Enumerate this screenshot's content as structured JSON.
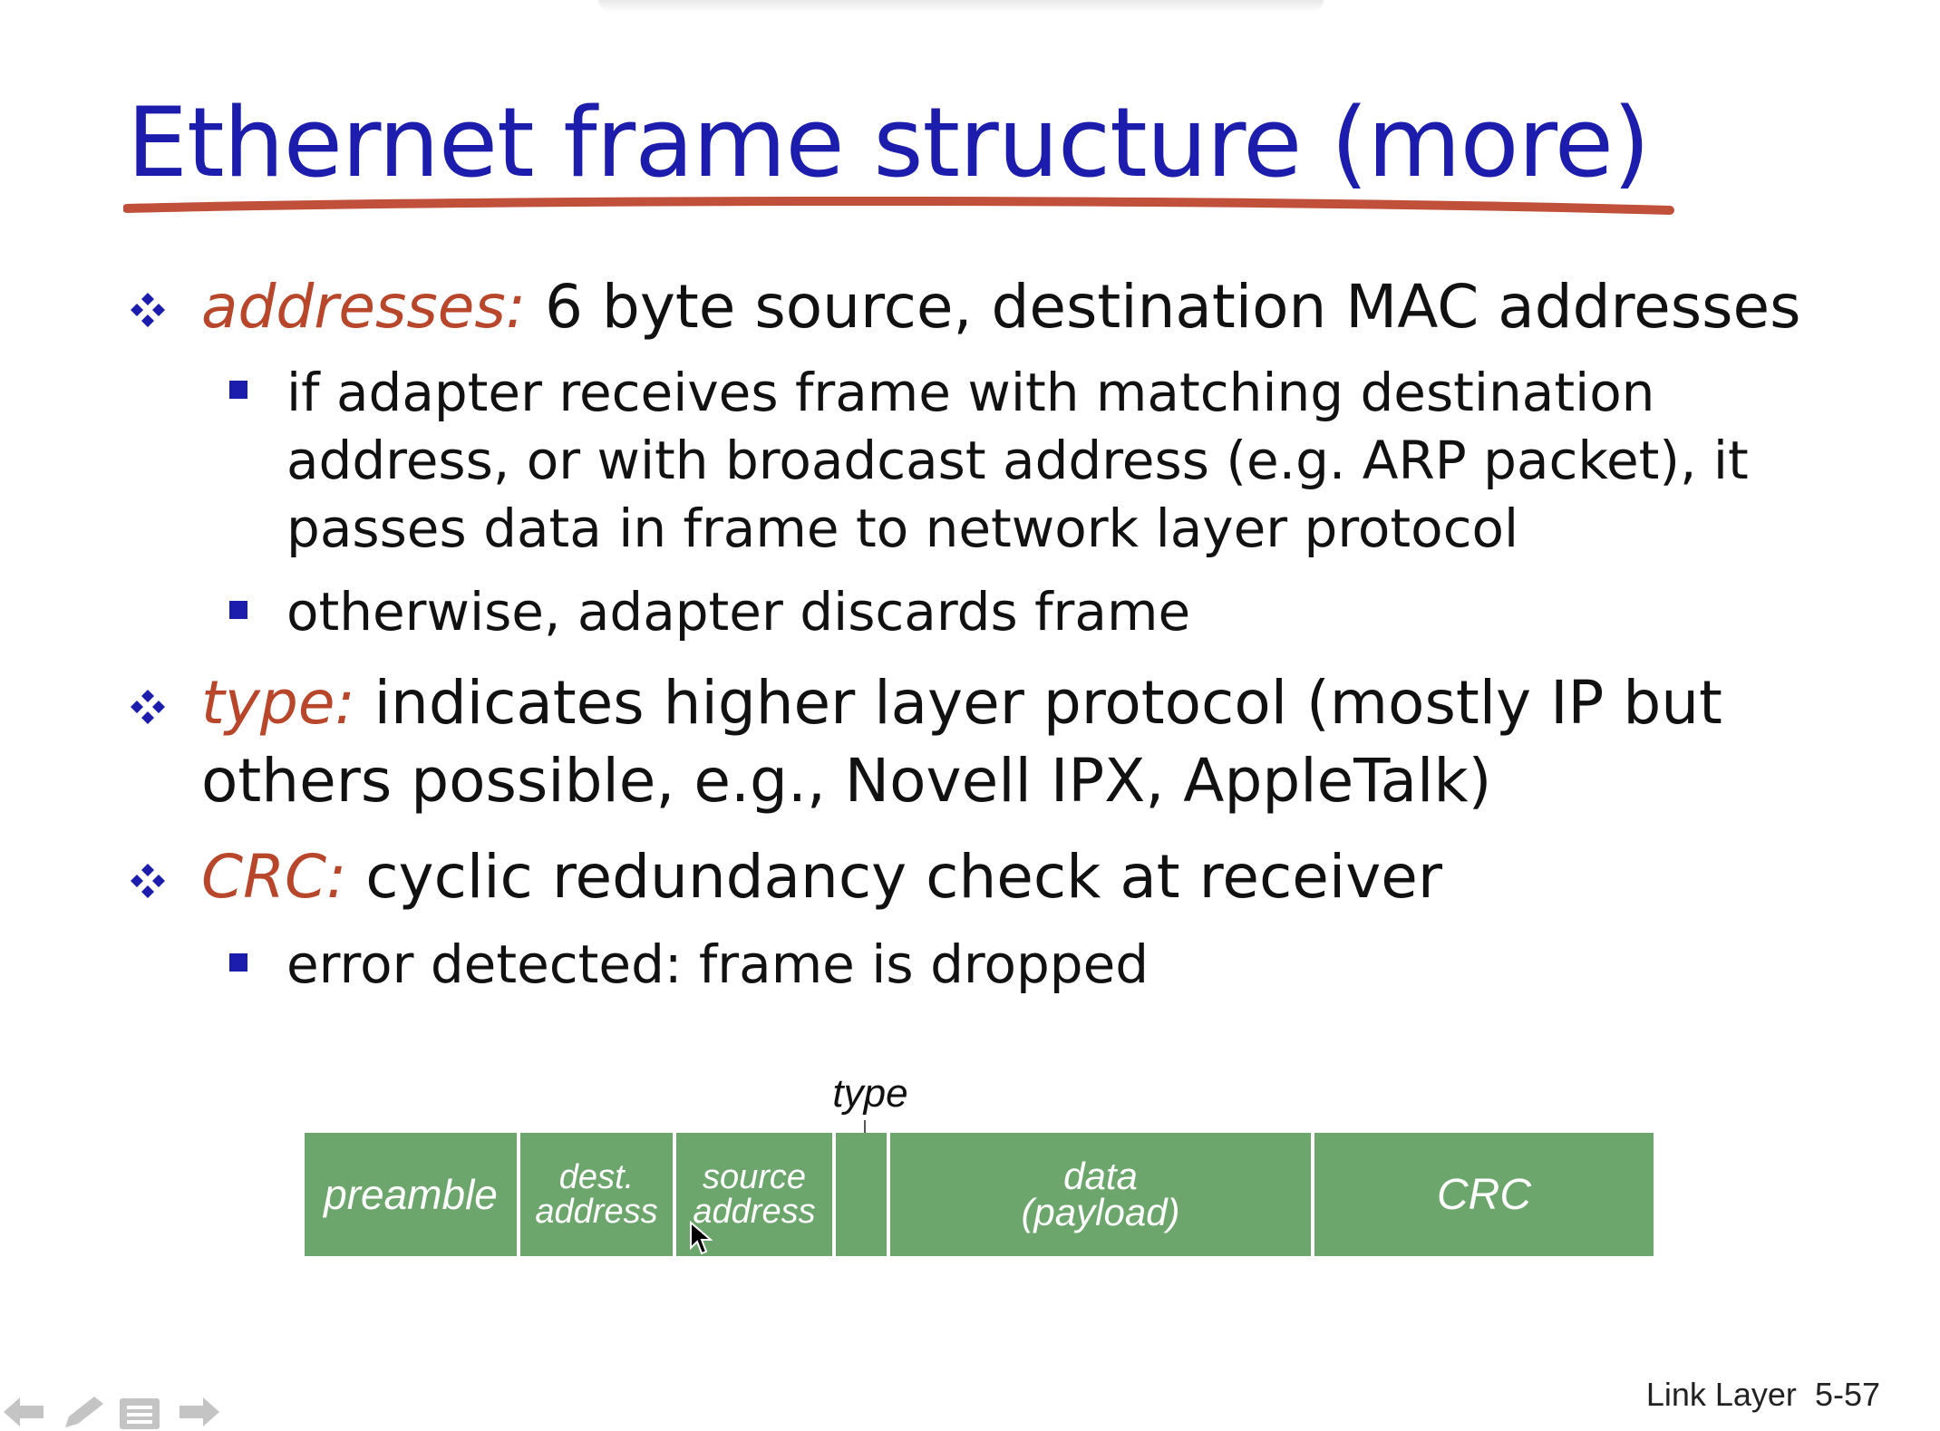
{
  "slide": {
    "title": "Ethernet frame structure (more)",
    "bullets": [
      {
        "keyword": "addresses:",
        "text": " 6 byte source, destination MAC addresses"
      },
      {
        "keyword": "type:",
        "line1": " indicates higher layer protocol (mostly IP but",
        "line2": "others possible, e.g., Novell IPX, AppleTalk)"
      },
      {
        "keyword": "CRC:",
        "text": " cyclic redundancy check at receiver"
      }
    ],
    "subbullets": {
      "address_match": [
        "if adapter receives frame with matching destination",
        "address, or with broadcast address (e.g. ARP packet), it",
        "passes data in frame to network layer protocol"
      ],
      "address_otherwise": "otherwise, adapter discards frame",
      "crc_error": "error detected: frame is dropped"
    },
    "frame": {
      "type_label": "type",
      "fields": {
        "preamble": "preamble",
        "dest_l1": "dest.",
        "dest_l2": "address",
        "source_l1": "source",
        "source_l2": "address",
        "data_l1": "data",
        "data_l2": "(payload)",
        "crc": "CRC"
      }
    },
    "footer": {
      "section": "Link Layer",
      "page": "5-57"
    }
  },
  "colors": {
    "title": "#1d1dad",
    "underline": "#c0503a",
    "keyword": "#b8462a",
    "bullet": "#1d1dad",
    "frame_fill": "#6da66d"
  },
  "icons": [
    "back-arrow-icon",
    "pen-icon",
    "menu-icon",
    "forward-arrow-icon"
  ]
}
